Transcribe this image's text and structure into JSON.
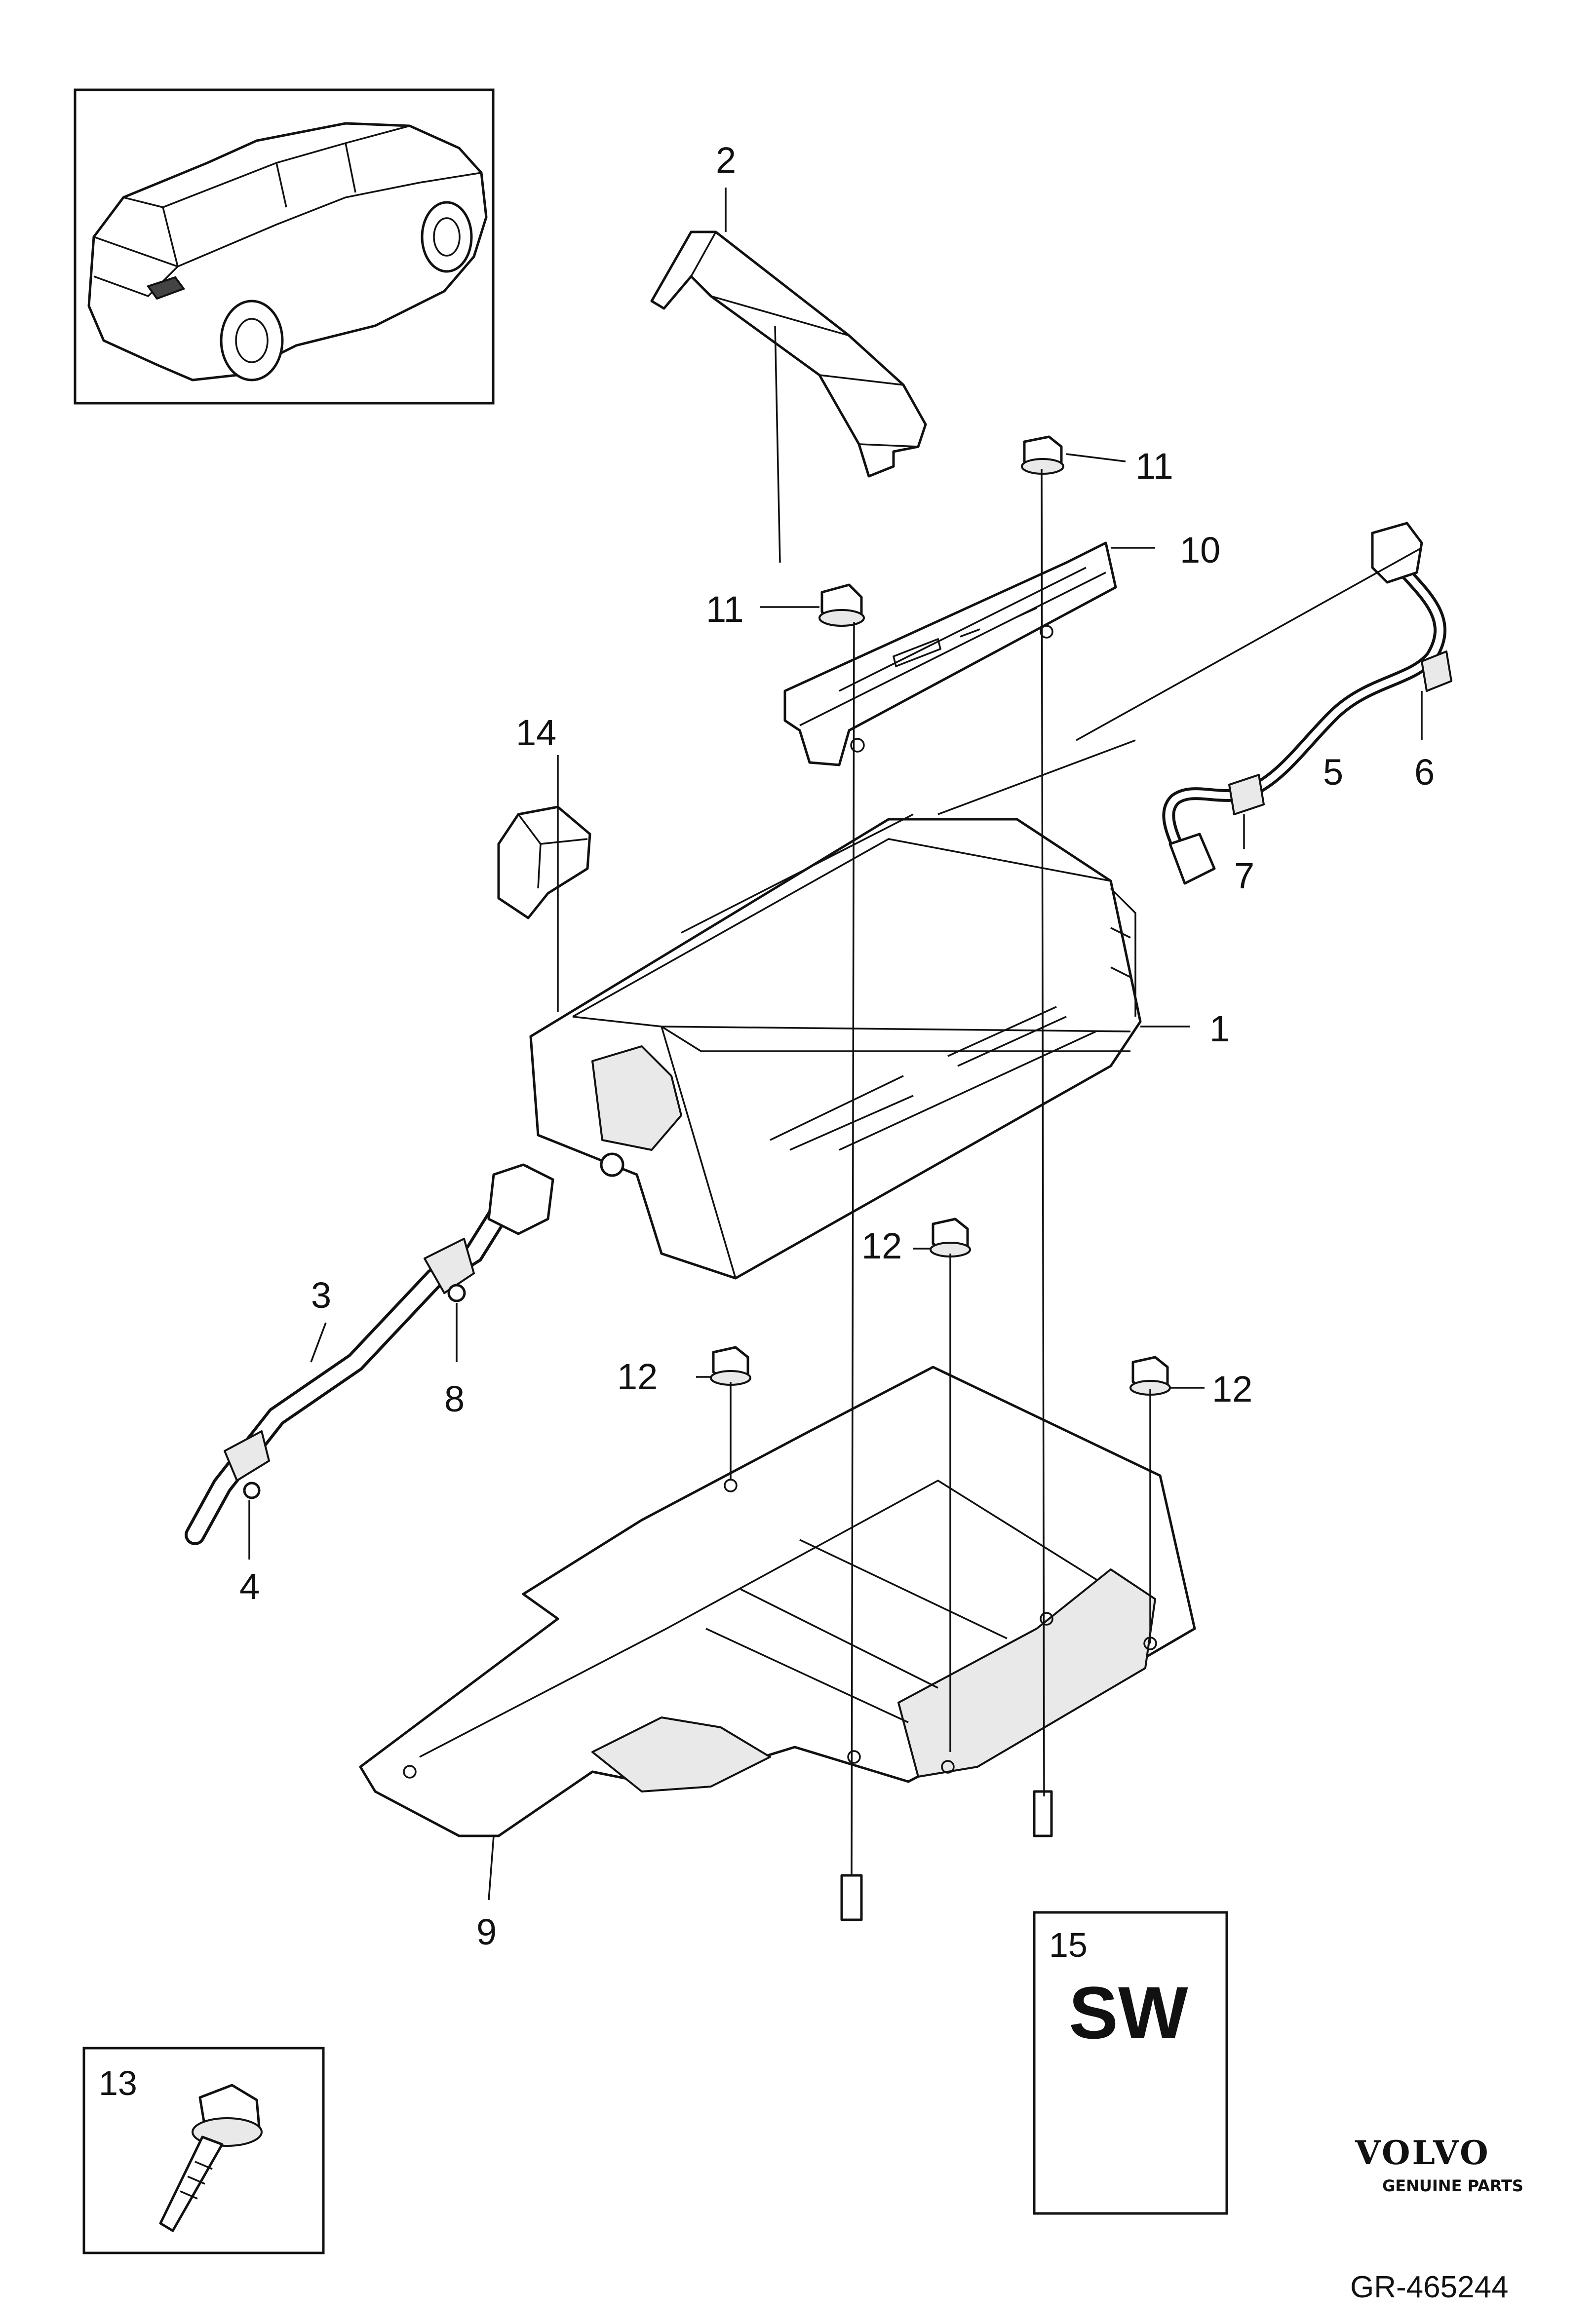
{
  "callouts": {
    "c1": "1",
    "c2": "2",
    "c3": "3",
    "c4": "4",
    "c5": "5",
    "c6": "6",
    "c7": "7",
    "c8": "8",
    "c9": "9",
    "c10": "10",
    "c11a": "11",
    "c11b": "11",
    "c12a": "12",
    "c12b": "12",
    "c12c": "12",
    "c14": "14"
  },
  "bolt_box": {
    "number": "13",
    "icon": "flange-bolt-icon"
  },
  "sw_box": {
    "number": "15",
    "label": "SW"
  },
  "locator": {
    "icon": "vehicle-location-icon"
  },
  "brand": {
    "name": "VOLVO",
    "tagline": "GENUINE PARTS"
  },
  "diagram_id": "GR-465244"
}
